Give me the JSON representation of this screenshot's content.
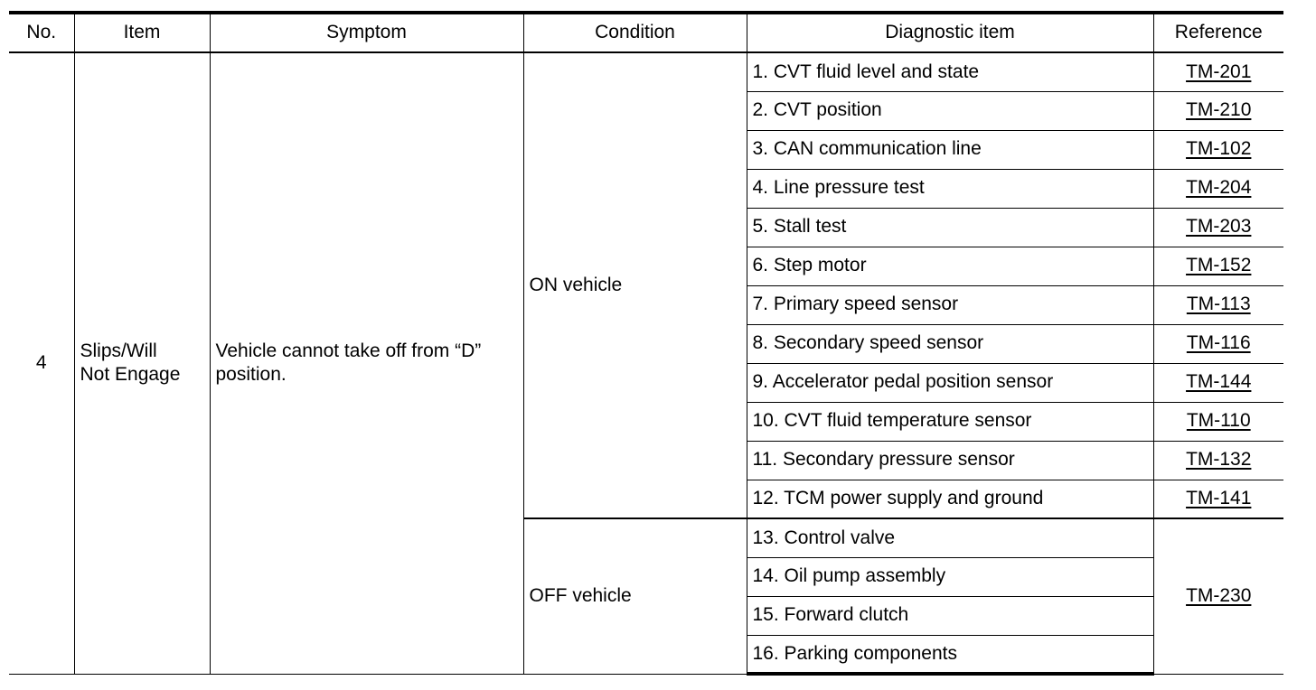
{
  "table": {
    "headers": {
      "no": "No.",
      "item": "Item",
      "symptom": "Symptom",
      "condition": "Condition",
      "diagnostic": "Diagnostic item",
      "reference": "Reference"
    },
    "no": "4",
    "item_line1": "Slips/Will",
    "item_line2": "Not Engage",
    "symptom_line1": "Vehicle cannot take off from “D”",
    "symptom_line2": "position.",
    "condition_on": "ON vehicle",
    "condition_off": "OFF vehicle",
    "on_rows": [
      {
        "diag": "1. CVT fluid level and state",
        "ref": "TM-201"
      },
      {
        "diag": "2. CVT position",
        "ref": "TM-210"
      },
      {
        "diag": "3. CAN communication line",
        "ref": "TM-102"
      },
      {
        "diag": "4. Line pressure test",
        "ref": "TM-204"
      },
      {
        "diag": "5. Stall test",
        "ref": "TM-203"
      },
      {
        "diag": "6. Step motor",
        "ref": "TM-152"
      },
      {
        "diag": "7. Primary speed sensor",
        "ref": "TM-113"
      },
      {
        "diag": "8. Secondary speed sensor",
        "ref": "TM-116"
      },
      {
        "diag": "9. Accelerator pedal position sensor",
        "ref": "TM-144"
      },
      {
        "diag": "10. CVT fluid temperature sensor",
        "ref": "TM-110"
      },
      {
        "diag": "11. Secondary pressure sensor",
        "ref": "TM-132"
      },
      {
        "diag": "12. TCM power supply and ground",
        "ref": "TM-141"
      }
    ],
    "off_rows": [
      {
        "diag": "13. Control valve"
      },
      {
        "diag": "14. Oil pump assembly"
      },
      {
        "diag": "15. Forward clutch"
      },
      {
        "diag": "16. Parking components"
      }
    ],
    "off_ref": "TM-230"
  }
}
